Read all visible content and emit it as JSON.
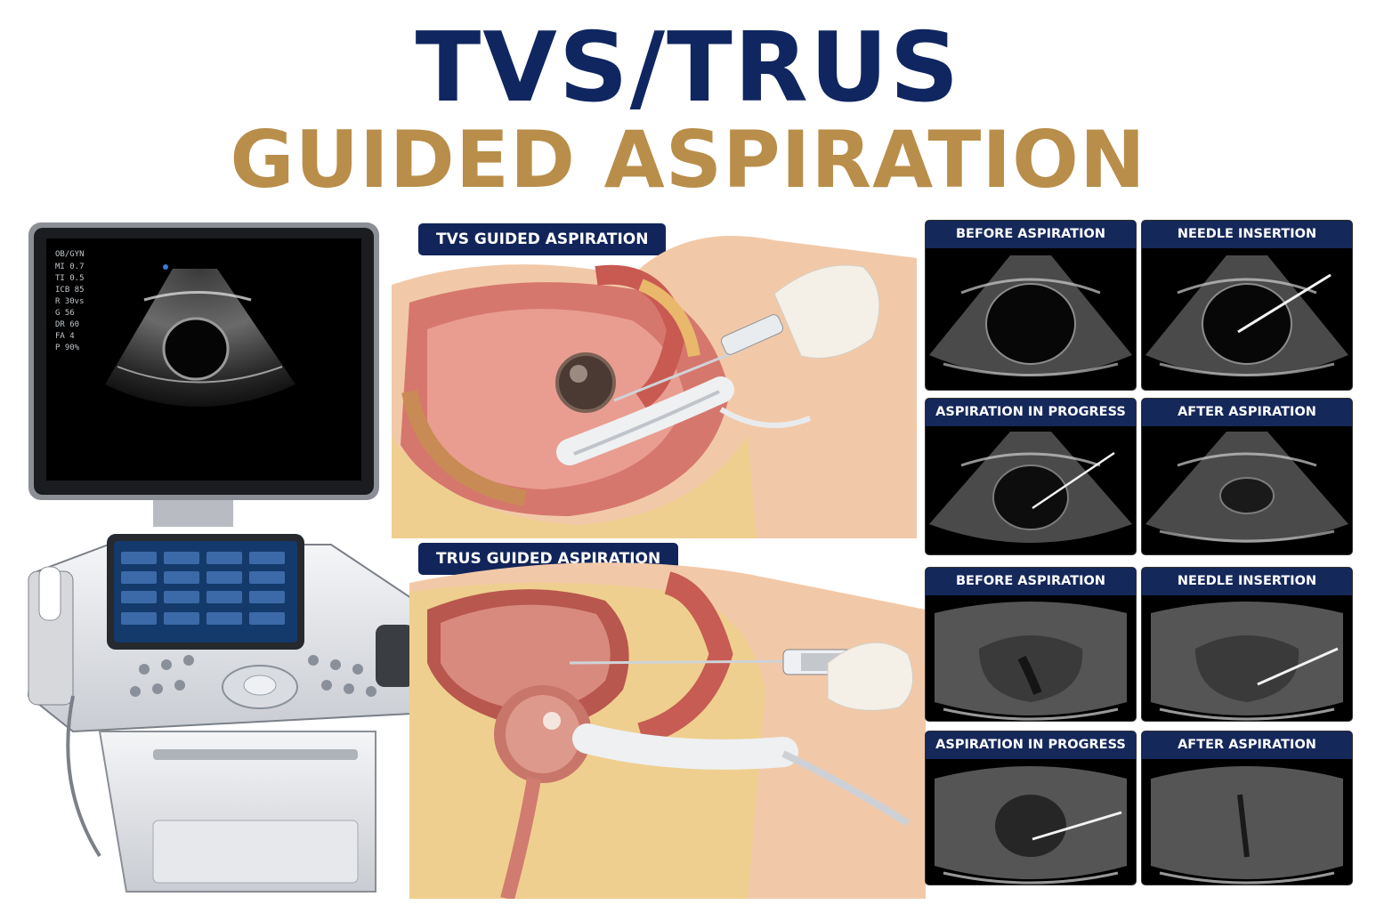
{
  "title": {
    "line1": "TVS/TRUS",
    "line2": "GUIDED ASPIRATION"
  },
  "colors": {
    "navy": "#102660",
    "gold": "#b98e4a",
    "panel_header": "#15285a",
    "tissue_pink": "#d9837a",
    "fat_yellow": "#efcf8f",
    "skin": "#f0c7a6"
  },
  "monitor": {
    "mode_label": "OB/GYN",
    "readouts": [
      "MI 0.7",
      "TI 0.5",
      "ICB 85",
      "R 30vs",
      "G 56",
      "DR 60",
      "FA 4",
      "P 90%"
    ]
  },
  "sections": {
    "tvs_label": "TVS GUIDED ASPIRATION",
    "trus_label": "TRUS GUIDED ASPIRATION"
  },
  "tvs_panels": [
    {
      "label": "BEFORE ASPIRATION",
      "icon": "ultrasound-cyst-icon"
    },
    {
      "label": "NEEDLE INSERTION",
      "icon": "ultrasound-needle-icon"
    },
    {
      "label": "ASPIRATION IN PROGRESS",
      "icon": "ultrasound-aspiration-icon"
    },
    {
      "label": "AFTER ASPIRATION",
      "icon": "ultrasound-collapsed-icon"
    }
  ],
  "trus_panels": [
    {
      "label": "BEFORE ASPIRATION",
      "icon": "ultrasound-prostate-icon"
    },
    {
      "label": "NEEDLE INSERTION",
      "icon": "ultrasound-needle-icon"
    },
    {
      "label": "ASPIRATION IN PROGRESS",
      "icon": "ultrasound-aspiration-icon"
    },
    {
      "label": "AFTER ASPIRATION",
      "icon": "ultrasound-collapsed-icon"
    }
  ]
}
